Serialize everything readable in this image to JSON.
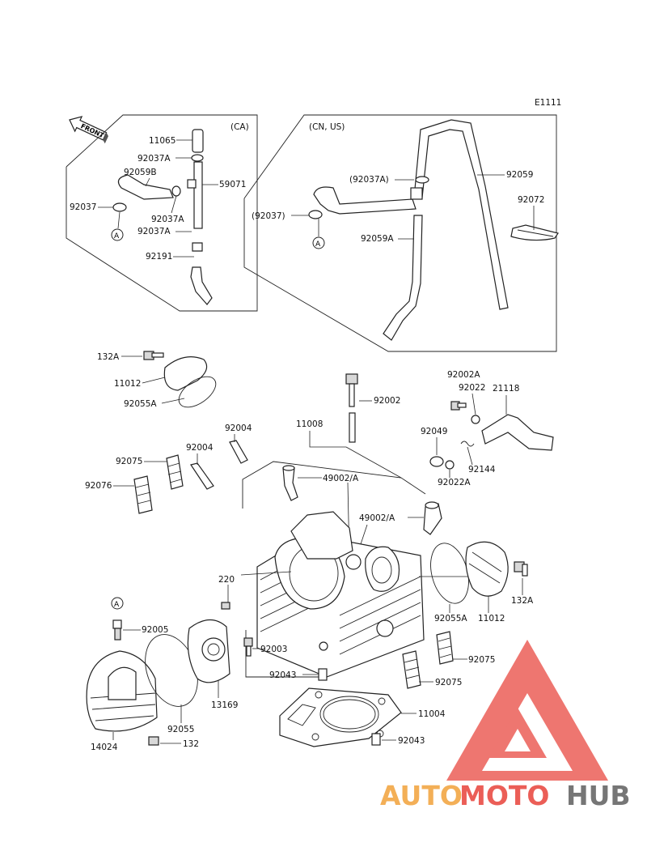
{
  "diagram_code": "E1111",
  "front_marker": "FRONT",
  "region_labels": {
    "ca": "(CA)",
    "cn_us": "(CN, US)"
  },
  "callout_letter": "A",
  "labels": {
    "p11065": "11065",
    "p92037A_ca_top": "92037A",
    "p92059B": "92059B",
    "p59071": "59071",
    "p92037_ca": "92037",
    "p92037A_ca_mid": "92037A",
    "p92037A_ca_low": "92037A",
    "p92191": "92191",
    "p92037A_us": "(92037A)",
    "p92059": "92059",
    "p92072": "92072",
    "p92037_us": "(92037)",
    "p92059A": "92059A",
    "p132A_top": "132A",
    "p11012_top": "11012",
    "p92055A_top": "92055A",
    "p92002A": "92002A",
    "p92022": "92022",
    "p21118": "21118",
    "p92002": "92002",
    "p92004_a": "92004",
    "p11008": "11008",
    "p92049": "92049",
    "p92004_b": "92004",
    "p92075_left": "92075",
    "p92076": "92076",
    "p49002_a": "49002/A",
    "p92144": "92144",
    "p92022A": "92022A",
    "p49002_b": "49002/A",
    "p220": "220",
    "p132A_right": "132A",
    "p92055A_right": "92055A",
    "p11012_right": "11012",
    "p92005": "92005",
    "p92003": "92003",
    "p92075_r1": "92075",
    "p92043_top": "92043",
    "p92075_r2": "92075",
    "p13169": "13169",
    "p11004": "11004",
    "p92055": "92055",
    "p14024": "14024",
    "p132": "132",
    "p92043_bot": "92043"
  },
  "watermark": {
    "part1": "AUTO",
    "part2": "MOTO",
    "part3": "HUB"
  },
  "colors": {
    "line": "#222222",
    "watermark_red": "#e8423a",
    "watermark_orange": "#f2a23a",
    "watermark_gray": "#5f5f5f"
  }
}
